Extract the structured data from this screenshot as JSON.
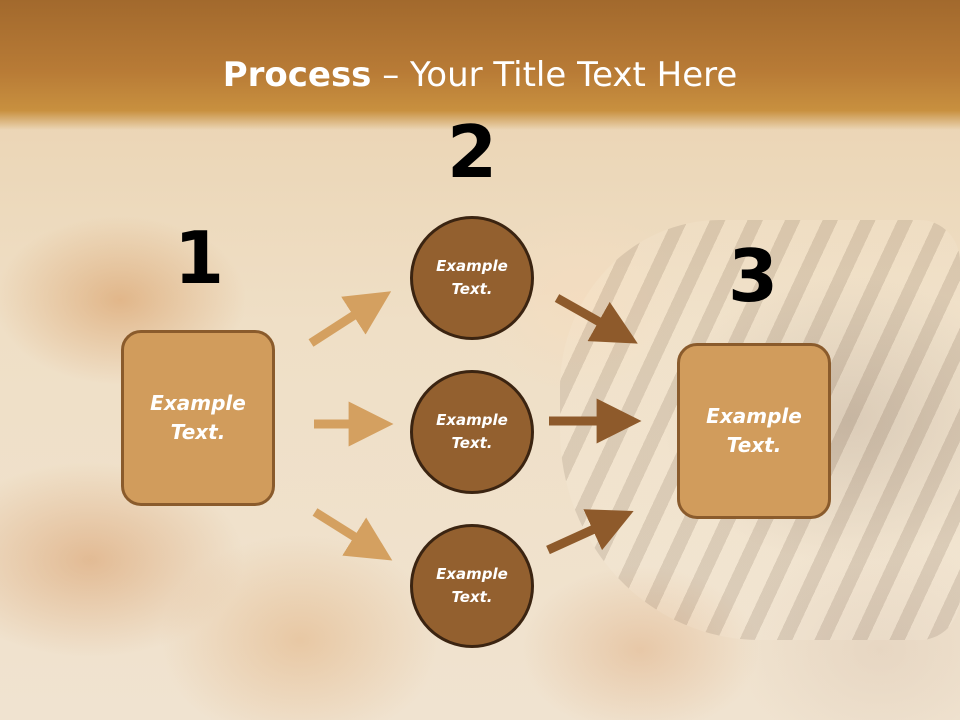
{
  "title": {
    "bold": "Process",
    "rest": " – Your Title Text Here"
  },
  "steps": [
    {
      "number": "1"
    },
    {
      "number": "2"
    },
    {
      "number": "3"
    }
  ],
  "left_box": {
    "text": "Example Text."
  },
  "right_box": {
    "text": "Example Text."
  },
  "circles": [
    {
      "text": "Example Text."
    },
    {
      "text": "Example Text."
    },
    {
      "text": "Example Text."
    }
  ],
  "colors": {
    "header": "#b87b36",
    "box_fill": "#d19c5c",
    "box_border": "#8a5b2c",
    "circle_fill": "#93602f",
    "circle_border": "#3b2411",
    "arrow_light": "#d4a060",
    "arrow_dark": "#8e5a2b"
  }
}
